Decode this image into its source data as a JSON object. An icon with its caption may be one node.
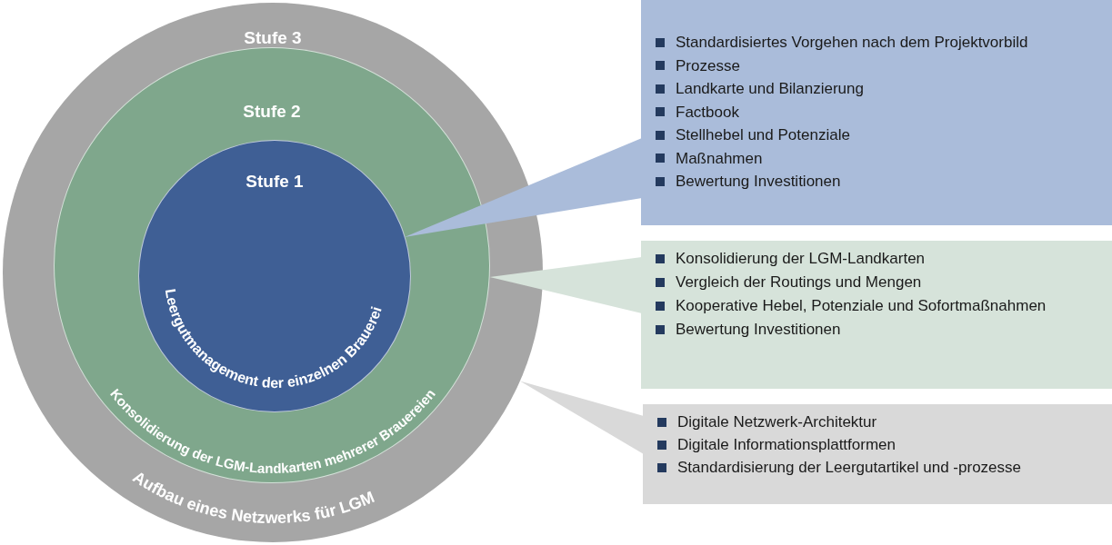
{
  "diagram": {
    "nodes": [
      {
        "text": [
          "Stufe 3",
          "Aufbau eines Netzwerks für LGM"
        ]
      },
      {
        "text": [
          "Stufe 2",
          "Konsolidierung der LGM-Landkarten mehrerer Brauereien"
        ],
        "in": 0
      },
      {
        "text": [
          "Stufe 1",
          "Leergutmanagement der einzelnen Brauerei"
        ],
        "in": 1
      },
      {
        "text": [
          "Standardisiertes Vorgehen nach dem Projektvorbild",
          "Prozesse",
          "Landkarte und Bilanzierung",
          "Factbook",
          "Stellhebel und Potenziale",
          "Maßnahmen",
          "Bewertung Investitionen"
        ]
      },
      {
        "text": [
          "Konsolidierung der LGM-Landkarten",
          "Vergleich der Routings und Mengen",
          "Kooperative Hebel, Potenziale und Sofortmaßnahmen",
          "Bewertung Investitionen"
        ]
      },
      {
        "text": [
          "Digitale Netzwerk-Architektur",
          "Digitale Informationsplattformen",
          "Standardisierung der Leergutartikel und -prozesse"
        ]
      }
    ],
    "edges": [
      {
        "from": 2,
        "to": 3,
        "arrow": "none"
      },
      {
        "from": 1,
        "to": 4,
        "arrow": "none"
      },
      {
        "from": 0,
        "to": 5,
        "arrow": "none"
      }
    ]
  }
}
